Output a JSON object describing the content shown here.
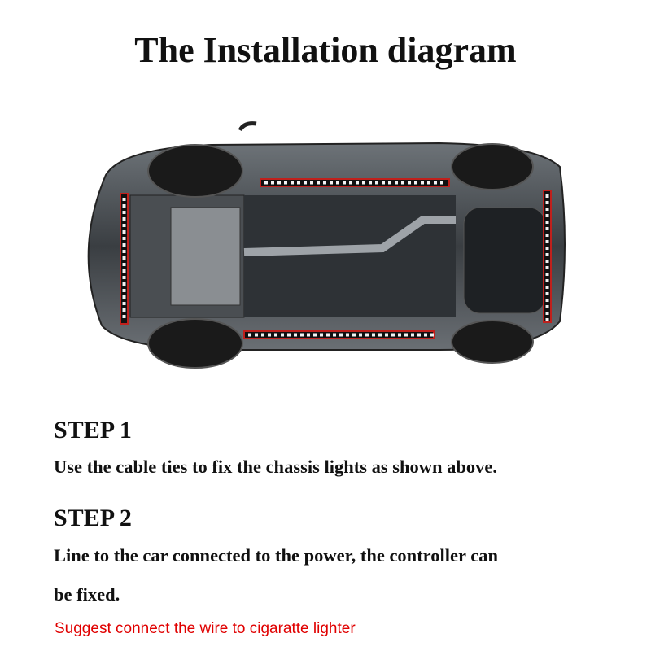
{
  "title": "The Installation diagram",
  "steps": [
    {
      "heading": "STEP 1",
      "lines": [
        "Use the cable ties to fix the chassis lights as shown above."
      ]
    },
    {
      "heading": "STEP 2",
      "lines": [
        "Line to the car connected to the power, the controller can",
        "be fixed."
      ]
    }
  ],
  "note": "Suggest connect  the wire to cigaratte lighter",
  "colors": {
    "note": "#e00000",
    "strip_outline": "#c0201c"
  }
}
